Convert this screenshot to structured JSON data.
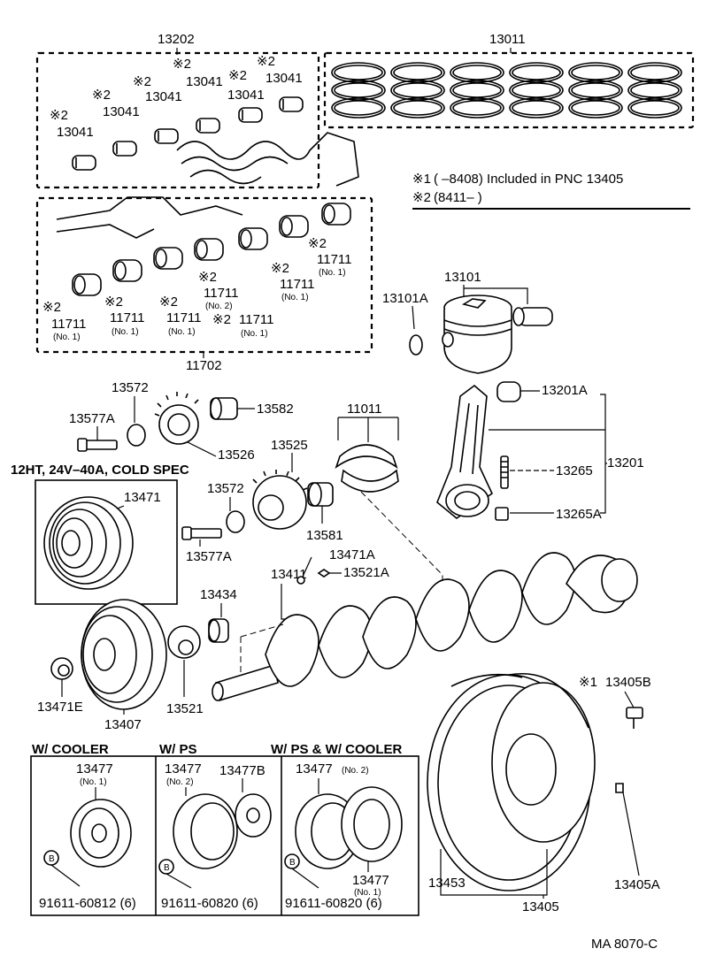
{
  "notes": {
    "note1_mark": "※1",
    "note1_text": "(      –8408)  Included in PNC 13405",
    "note2_mark": "※2",
    "note2_text": "(8411–      )"
  },
  "sections": {
    "cooler": "W/ COOLER",
    "ps": "W/ PS",
    "ps_cooler": "W/ PS & W/ COOLER",
    "heavy_duty": "12HT, 24V–40A, COLD  SPEC"
  },
  "part_labels": {
    "p13202": "13202",
    "p13011": "13011",
    "p13041_a": "13041",
    "p13041_b": "13041",
    "p13041_c": "13041",
    "p13041_d": "13041",
    "p13041_e": "13041",
    "p13041_f": "13041",
    "p11702": "11702",
    "p11711_a": "11711",
    "p11711_b": "11711",
    "p11711_c": "11711",
    "p11711_d": "11711",
    "p11711_e": "11711",
    "p11711_f": "11711",
    "p11711_g": "11711",
    "p13101": "13101",
    "p13101A": "13101A",
    "p13572_a": "13572",
    "p13572_b": "13572",
    "p13577A_a": "13577A",
    "p13577A_b": "13577A",
    "p13582": "13582",
    "p13526": "13526",
    "p13525": "13525",
    "p11011": "11011",
    "p13201A": "13201A",
    "p13265": "13265",
    "p13265A": "13265A",
    "p13201": "13201",
    "p13581": "13581",
    "p13471": "13471",
    "p13471A": "13471A",
    "p13521A": "13521A",
    "p13411": "13411",
    "p13434": "13434",
    "p13471E": "13471E",
    "p13407": "13407",
    "p13521": "13521",
    "p13405B": "13405B",
    "p13477_a": "13477",
    "p13477_b": "13477",
    "p13477B": "13477B",
    "p13477_c": "13477",
    "p13477_d": "13477",
    "p13453": "13453",
    "p13405": "13405",
    "p13405A": "13405A",
    "bolt_a": "91611-60812 (6)",
    "bolt_b": "91611-60820 (6)",
    "bolt_c": "91611-60820 (6)"
  },
  "note_marks": {
    "n2": "※2",
    "n1": "※1"
  },
  "sub_labels": {
    "no1": "(No. 1)",
    "no2": "(No. 2)"
  },
  "bolt_mark": "B",
  "catalog_code": "MA  8070-C"
}
